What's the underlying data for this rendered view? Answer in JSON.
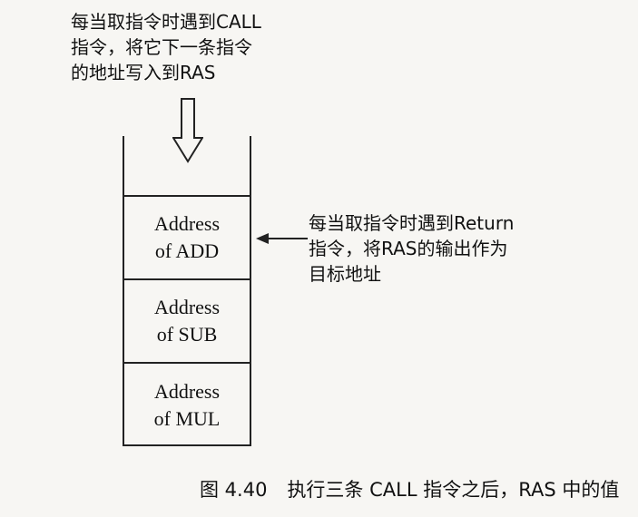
{
  "annotations": {
    "call_note": [
      "每当取指令时遇到CALL",
      "指令，将它下一条指令",
      "的地址写入到RAS"
    ],
    "return_note": [
      "每当取指令时遇到Return",
      "指令，将RAS的输出作为",
      "目标地址"
    ]
  },
  "stack": {
    "entries": [
      {
        "line1": "Address",
        "line2": "of ADD"
      },
      {
        "line1": "Address",
        "line2": "of SUB"
      },
      {
        "line1": "Address",
        "line2": "of MUL"
      }
    ]
  },
  "caption": {
    "number": "图 4.40",
    "text": "执行三条 CALL 指令之后，RAS 中的值"
  }
}
